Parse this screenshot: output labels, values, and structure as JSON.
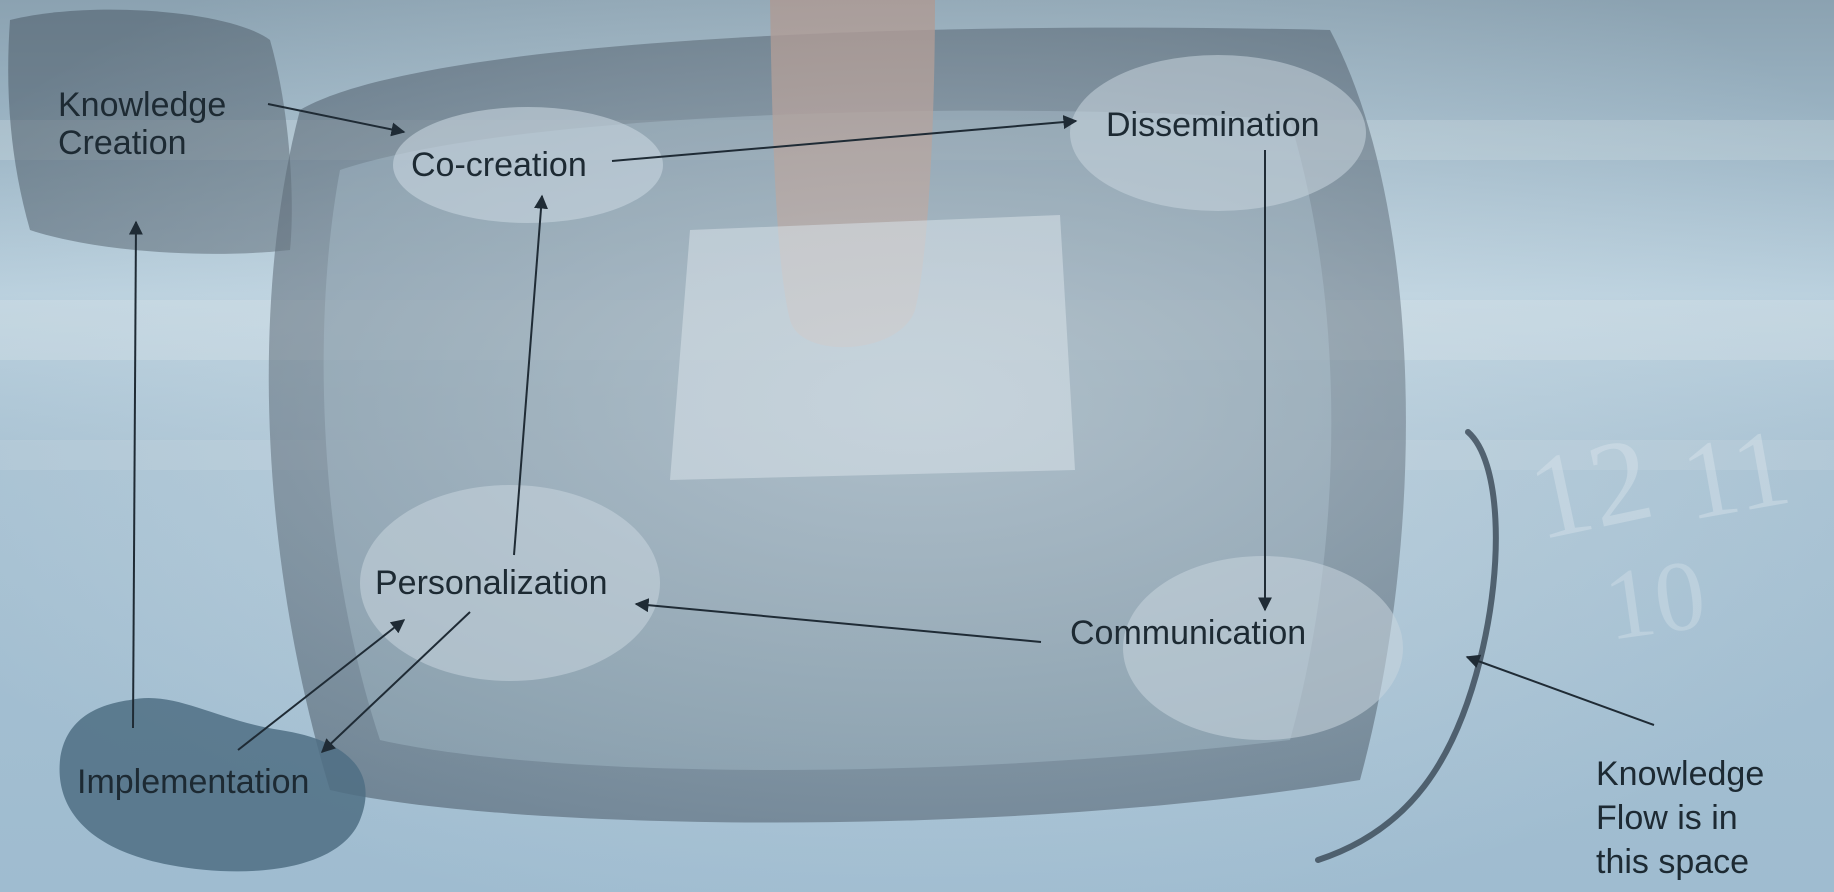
{
  "nodes": {
    "knowledge_creation": [
      "Knowledge",
      "Creation"
    ],
    "co_creation": "Co-creation",
    "dissemination": "Dissemination",
    "personalization": "Personalization",
    "communication": "Communication",
    "implementation": "Implementation"
  },
  "annotation": [
    "Knowledge",
    "Flow is in",
    "this space"
  ],
  "colors": {
    "text": "#1d2a33",
    "arrow": "#1f2b35",
    "node_fill": "#c8d6df",
    "implementation_fill": "#4f6f84",
    "frame": "#3f4f5d"
  }
}
